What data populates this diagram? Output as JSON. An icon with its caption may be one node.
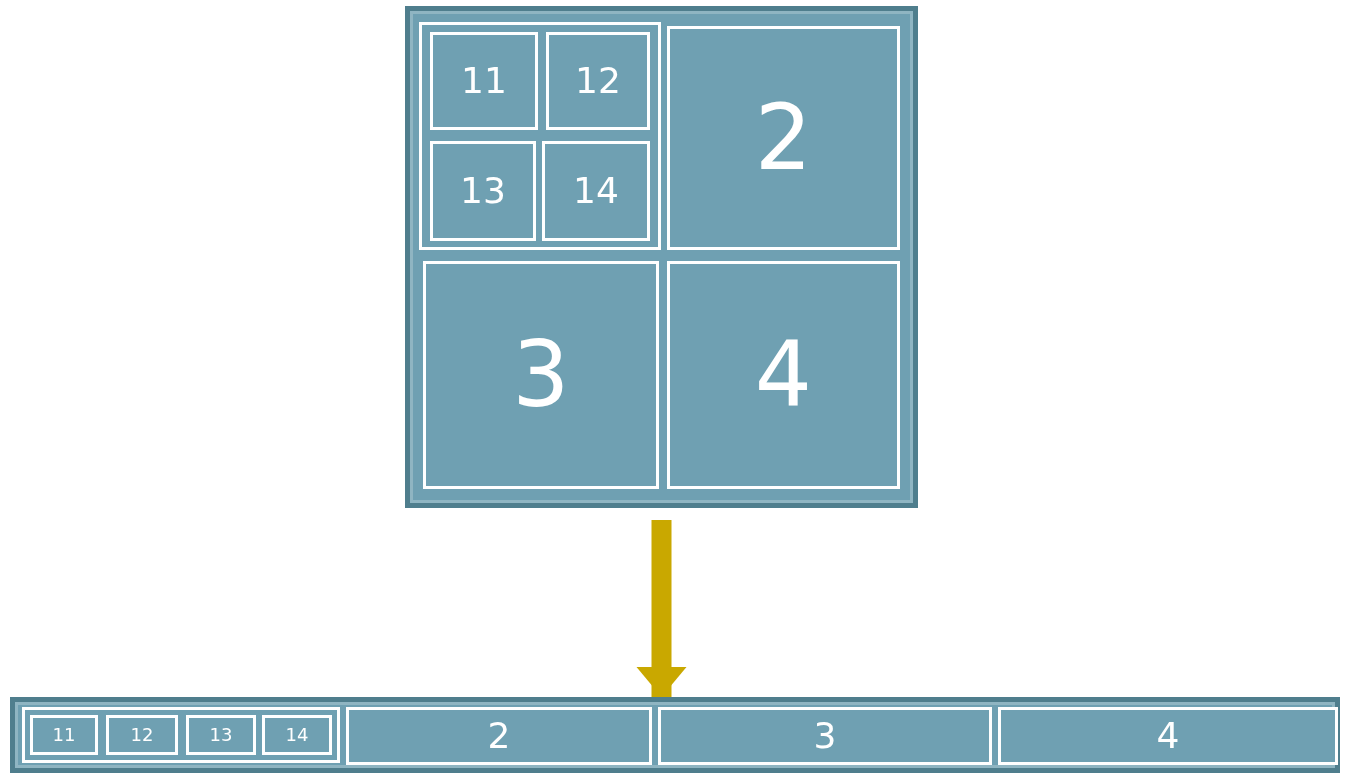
{
  "diagram": {
    "nodes": [
      {
        "text": [],
        "shape": "box"
      },
      {
        "text": [],
        "shape": "box",
        "in": 0
      },
      {
        "text": [
          "11"
        ],
        "in": 1
      },
      {
        "text": [
          "12"
        ],
        "in": 1
      },
      {
        "text": [
          "13"
        ],
        "in": 1
      },
      {
        "text": [
          "14"
        ],
        "in": 1
      },
      {
        "text": [
          "2"
        ],
        "in": 0
      },
      {
        "text": [
          "3"
        ],
        "in": 0
      },
      {
        "text": [
          "4"
        ],
        "in": 0
      },
      {
        "text": [],
        "shape": "box"
      },
      {
        "text": [],
        "shape": "box",
        "in": 9
      },
      {
        "text": [
          "11"
        ],
        "in": 10
      },
      {
        "text": [
          "12"
        ],
        "in": 10
      },
      {
        "text": [
          "13"
        ],
        "in": 10
      },
      {
        "text": [
          "14"
        ],
        "in": 10
      },
      {
        "text": [
          "2"
        ],
        "in": 9
      },
      {
        "text": [
          "3"
        ],
        "in": 9
      },
      {
        "text": [
          "4"
        ],
        "in": 9
      }
    ],
    "edges": [
      {
        "from": 0,
        "to": 9,
        "arrow": "to",
        "color": "#c9a800"
      }
    ]
  }
}
